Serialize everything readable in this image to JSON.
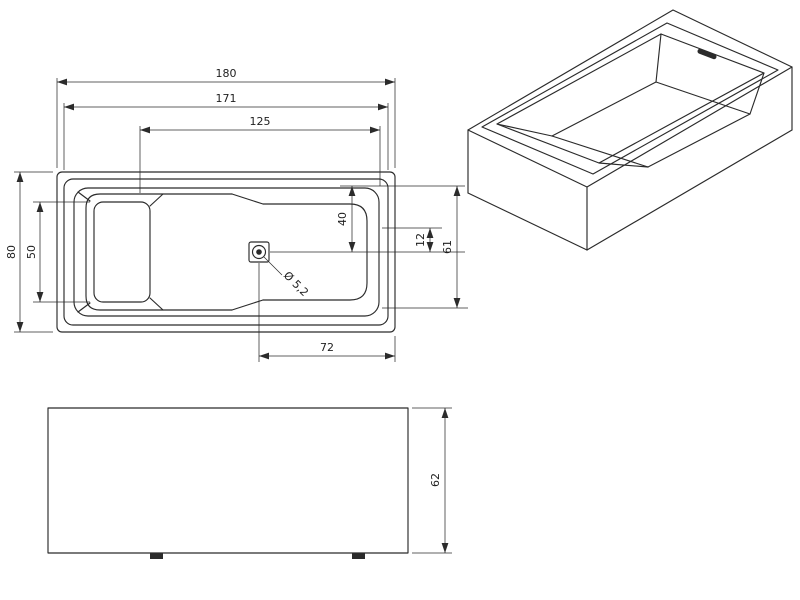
{
  "page": {
    "background": "#ffffff",
    "line_color": "#2b2b2b"
  },
  "drawing": {
    "dims": {
      "overall_length": "180",
      "rim_length": "171",
      "basin_length": "125",
      "overall_width": "80",
      "headrest_width": "50",
      "drain_offset_top": "40",
      "overflow_gap": "12",
      "basin_width": "61",
      "drain_offset_end": "72",
      "drain_diameter": "Ø 5,2",
      "tub_height": "62"
    }
  }
}
